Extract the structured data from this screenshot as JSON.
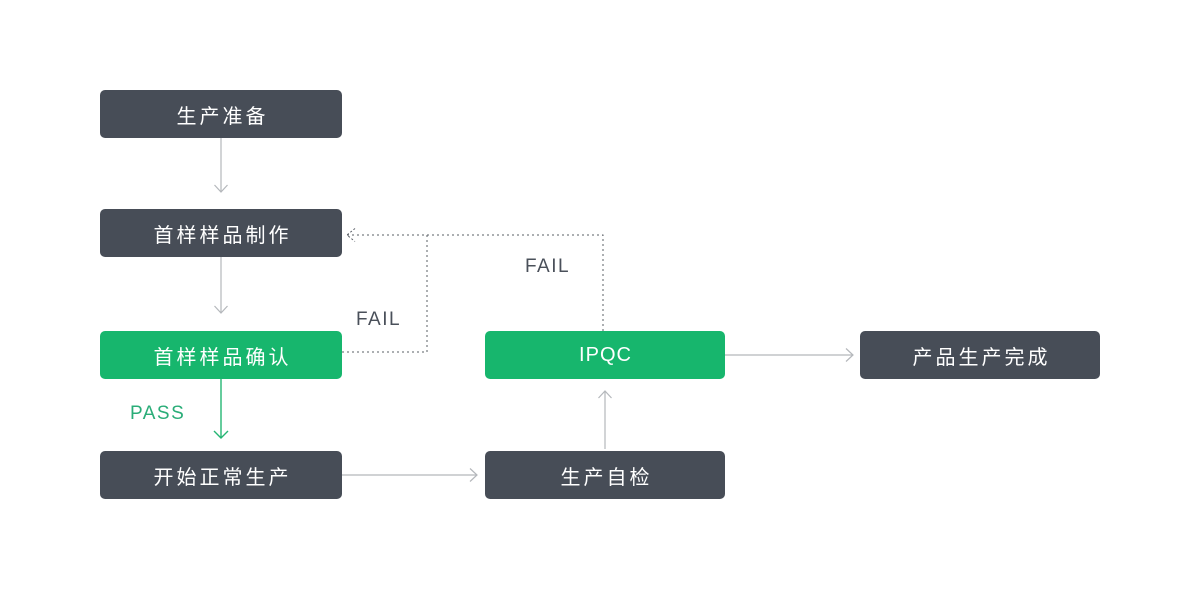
{
  "diagram": {
    "nodes": [
      {
        "id": "production-prep",
        "label": "生产准备",
        "style": "dark"
      },
      {
        "id": "first-sample-make",
        "label": "首样样品制作",
        "style": "dark"
      },
      {
        "id": "first-sample-confirm",
        "label": "首样样品确认",
        "style": "green"
      },
      {
        "id": "start-production",
        "label": "开始正常生产",
        "style": "dark"
      },
      {
        "id": "self-check",
        "label": "生产自检",
        "style": "dark"
      },
      {
        "id": "ipqc",
        "label": "IPQC",
        "style": "green"
      },
      {
        "id": "product-complete",
        "label": "产品生产完成",
        "style": "dark"
      }
    ],
    "edge_labels": {
      "pass": "PASS",
      "fail_from_confirm": "FAIL",
      "fail_from_ipqc": "FAIL"
    },
    "colors": {
      "node_dark": "#474d57",
      "node_green": "#17b66d",
      "node_text": "#ffffff",
      "arrow_gray": "#b4b7bb",
      "arrow_green": "#25b573",
      "dotted_line": "#5a5f66",
      "pass_text": "#2aad78",
      "fail_text": "#4a505a",
      "background": "#ffffff"
    }
  }
}
